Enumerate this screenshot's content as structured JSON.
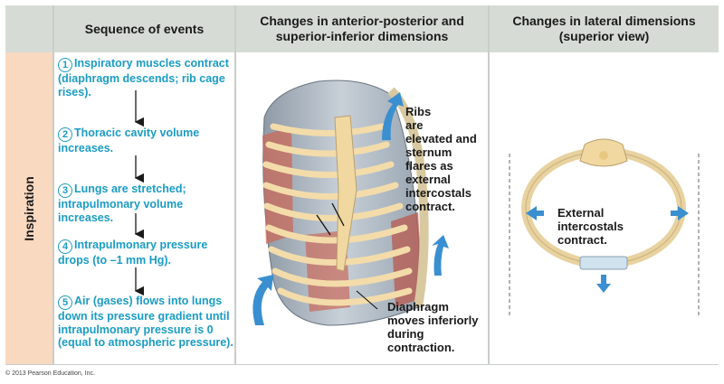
{
  "headers": {
    "col1": "Sequence of events",
    "col2_line1": "Changes in anterior-posterior and",
    "col2_line2": "superior-inferior dimensions",
    "col3_line1": "Changes in lateral dimensions",
    "col3_line2": "(superior view)"
  },
  "row_label": "Inspiration",
  "steps": [
    {
      "num": "1",
      "text": "Inspiratory muscles contract (diaphragm descends; rib cage rises)."
    },
    {
      "num": "2",
      "text": "Thoracic cavity volume increases."
    },
    {
      "num": "3",
      "text": "Lungs are stretched; intrapulmonary volume increases."
    },
    {
      "num": "4",
      "text": "Intrapulmonary pressure drops (to –1 mm Hg)."
    },
    {
      "num": "5",
      "text": "Air (gases) flows into lungs down its pressure gradient until intrapulmonary pressure is 0 (equal to atmospheric pressure)."
    }
  ],
  "callouts": {
    "ribs": [
      "Ribs",
      "are",
      "elevated and",
      "sternum",
      "flares as",
      "external",
      "intercostals",
      "contract."
    ],
    "diaphragm": [
      "Diaphragm",
      "moves inferiorly",
      "during",
      "contraction."
    ],
    "external": [
      "External",
      "intercostals",
      "contract."
    ]
  },
  "copyright": "© 2013 Pearson Education, Inc.",
  "colors": {
    "accent": "#1a9cc4",
    "header_bg": "#d6dbd6",
    "side_bg": "#f9d9c0",
    "bone": "#f3dcaa",
    "muscle": "#c96a5a",
    "arrow_blue": "#3a8fd0"
  }
}
